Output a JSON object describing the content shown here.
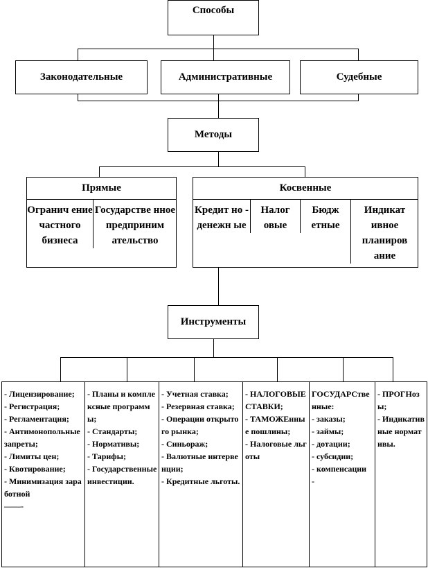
{
  "ways": {
    "title": "Способы",
    "items": [
      "Законодательные",
      "Административные",
      "Судебные"
    ]
  },
  "methods": {
    "title": "Методы",
    "direct": {
      "title": "Прямые",
      "items": [
        "Огранич ение частного бизнеса",
        "Государстве нное предприним ательство"
      ]
    },
    "indirect": {
      "title": "Косвенные",
      "items": [
        "Кредит но - денежн ые",
        "Налог овые",
        "Бюдж етные",
        "Индикат ивное планиров ание"
      ]
    }
  },
  "instruments": {
    "title": "Инструменты",
    "columns": [
      [
        "- Лицензирование;",
        "- Регистрация;",
        "- Регламентация;",
        "- Антимонопольные запреты;",
        "- Лимиты цен;",
        "- Квотирование;",
        "- Минимизация заработной",
        "——-"
      ],
      [
        "- Планы и комплексные программы;",
        "- Стандарты;",
        "- Нормативы;",
        "- Тарифы;",
        "- Государственные инвестиции."
      ],
      [
        "- Учетная ставка;",
        "- Резервная ставка;",
        "- Операции открытого рынка;",
        "- Синьораж;",
        "- Валютные интервенции;",
        "- Кредитные льготы."
      ],
      [
        "- НАЛОГОВЫЕ СТАВКИ;",
        "- ТАМОЖЕнные пошлины;",
        "- Налоговые льготы"
      ],
      [
        "ГОСУДАРСтвенные:",
        "- заказы;",
        "- займы;",
        "- дотации;",
        "- субсидии;",
        "- компенсации",
        "-"
      ],
      [
        "- ПРОГНозы;",
        "- Индикативные нормативы."
      ]
    ]
  }
}
